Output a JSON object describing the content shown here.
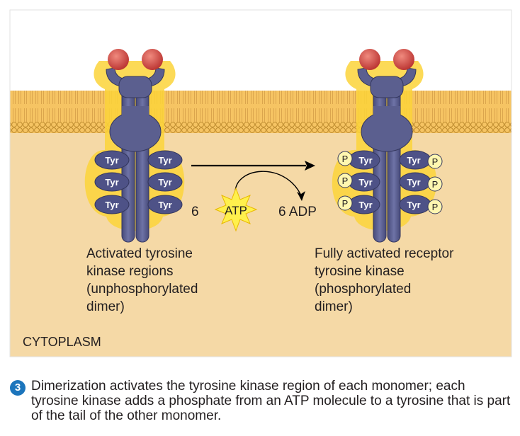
{
  "colors": {
    "cytoplasm": "#f5d9a6",
    "outside": "#ffffff",
    "membrane": "#f3b44a",
    "receptor": "#5b5f8f",
    "receptor_dark": "#3c3f6b",
    "glow": "#fbd33a",
    "ligand": "#c8413f",
    "atp_star": "#fff04d",
    "step_badge": "#1c75bc"
  },
  "tyr_label": "Tyr",
  "phosphate_label": "P",
  "atp": {
    "count": "6",
    "label": "ATP"
  },
  "adp": {
    "label": "6 ADP"
  },
  "left_dimer": {
    "caption": [
      "Activated tyrosine",
      "kinase regions",
      "(unphosphorylated",
      "dimer)"
    ]
  },
  "right_dimer": {
    "caption": [
      "Fully activated receptor",
      "tyrosine kinase",
      "(phosphorylated",
      "dimer)"
    ]
  },
  "region_label": "CYTOPLASM",
  "step": {
    "number": "3",
    "text": "Dimerization activates the tyrosine kinase region of each monomer; each tyrosine kinase adds a phosphate from an ATP molecule to a tyrosine that is part of the tail of the other monomer."
  }
}
